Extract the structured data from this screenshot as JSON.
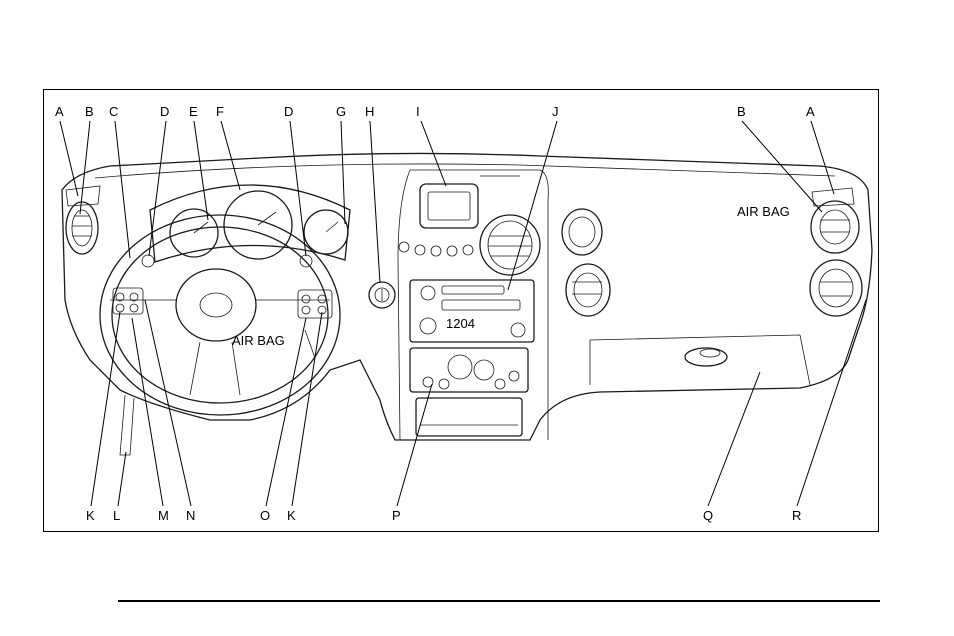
{
  "figure": {
    "callouts_top": [
      "A",
      "B",
      "C",
      "D",
      "E",
      "F",
      "D",
      "G",
      "H",
      "I",
      "J",
      "B",
      "A"
    ],
    "callouts_bottom": [
      "K",
      "L",
      "M",
      "N",
      "O",
      "K",
      "P",
      "Q",
      "R"
    ],
    "labels": {
      "airbag_dash": "AIR BAG",
      "airbag_wheel": "AIR BAG",
      "radio_time": "1204"
    }
  },
  "colors": {
    "ink": "#1a1a1a",
    "background": "#ffffff"
  }
}
